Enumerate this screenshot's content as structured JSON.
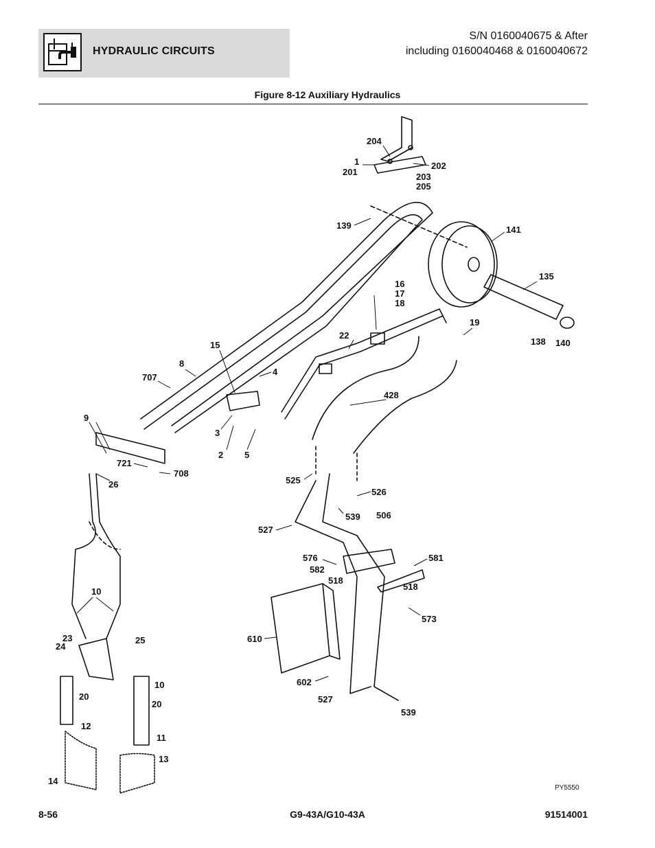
{
  "header": {
    "section_title": "HYDRAULIC CIRCUITS",
    "section_icon": "hydraulic-reservoir-icon",
    "serial_line1": "S/N 0160040675 & After",
    "serial_line2": "including 0160040468 & 0160040672"
  },
  "figure": {
    "title": "Figure 8-12 Auxiliary Hydraulics",
    "drawing_code": "PY5550",
    "callouts": [
      "204",
      "1",
      "201",
      "202",
      "203",
      "205",
      "139",
      "141",
      "135",
      "138",
      "140",
      "16",
      "17",
      "18",
      "19",
      "22",
      "15",
      "8",
      "707",
      "4",
      "428",
      "9",
      "3",
      "2",
      "5",
      "721",
      "708",
      "26",
      "525",
      "526",
      "539",
      "506",
      "527",
      "576",
      "582",
      "518",
      "581",
      "573",
      "610",
      "602",
      "10",
      "23",
      "24",
      "25",
      "20",
      "12",
      "11",
      "13",
      "14"
    ]
  },
  "footer": {
    "page_number": "8-56",
    "model": "G9-43A/G10-43A",
    "doc_number": "91514001"
  }
}
